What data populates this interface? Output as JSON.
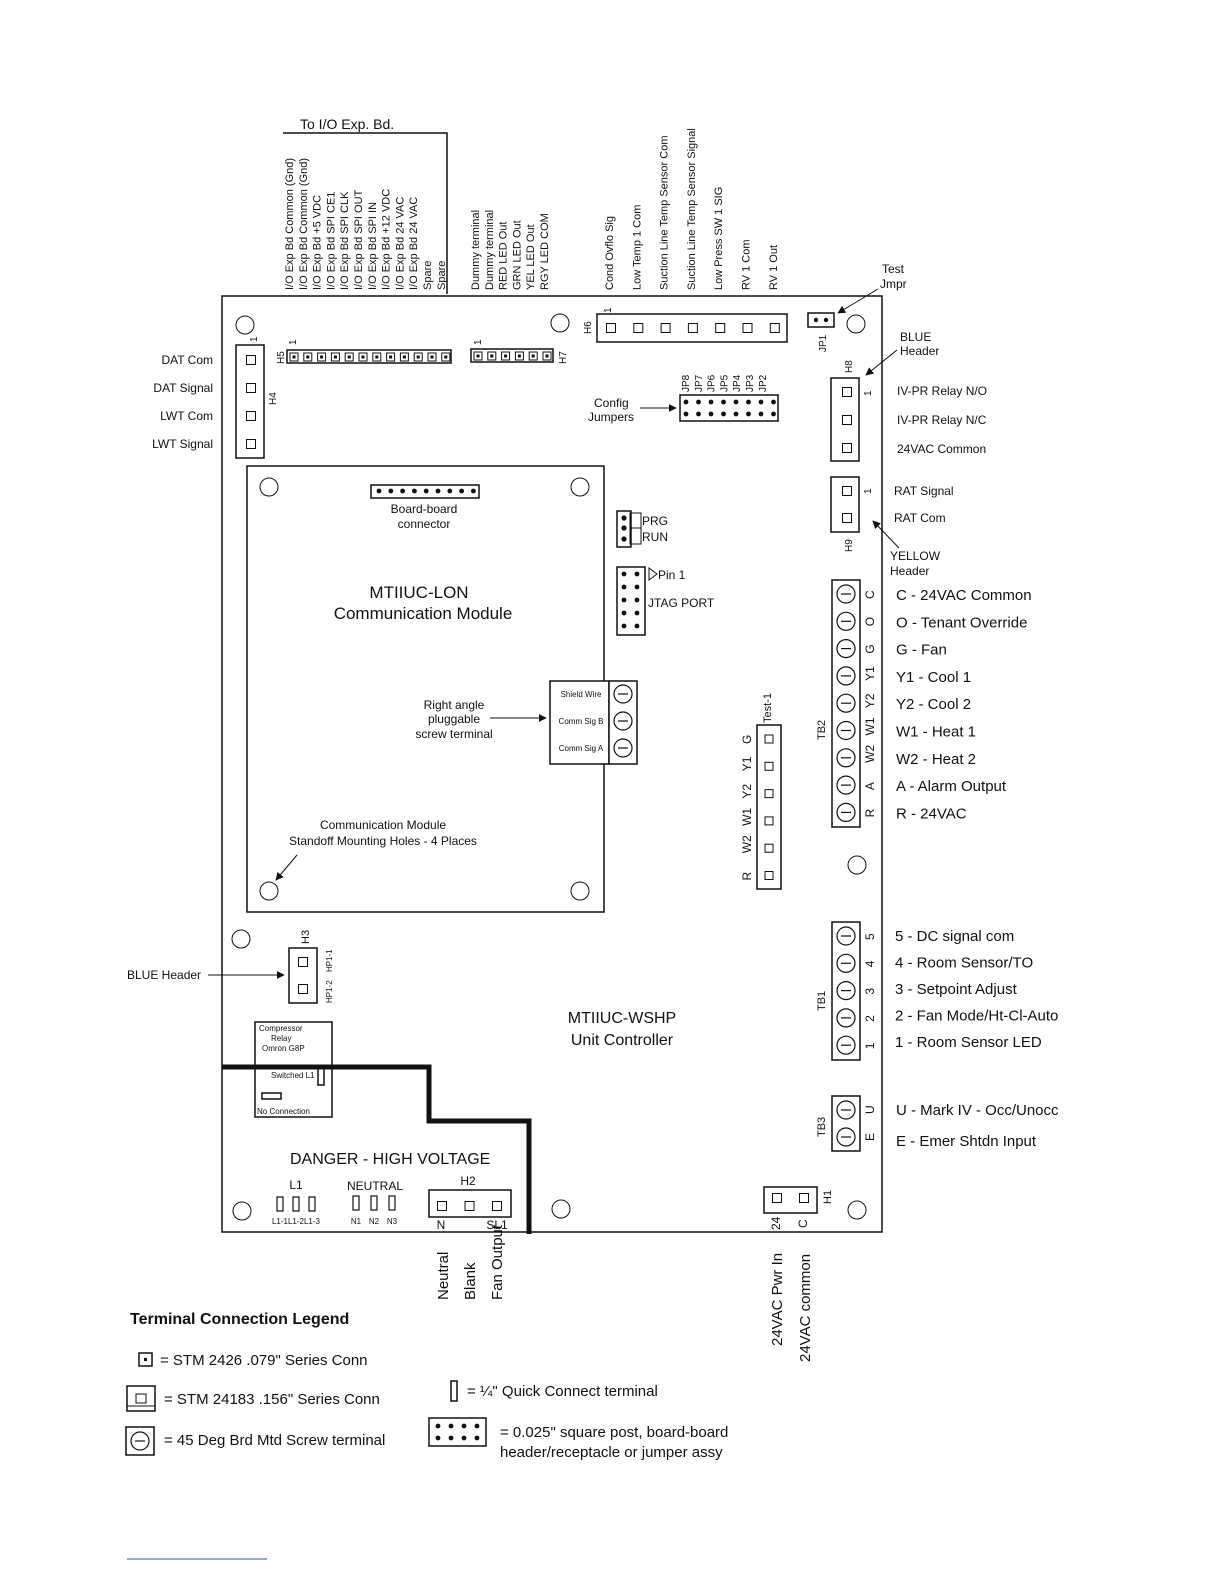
{
  "top_bracket_title": "To I/O Exp. Bd.",
  "h5_signals": [
    "I/O Exp Bd Common (Gnd)",
    "I/O Exp Bd Common (Gnd)",
    "I/O Exp Bd +5 VDC",
    "I/O Exp Bd SPI CE1",
    "I/O Exp Bd SPI CLK",
    "I/O Exp Bd SPI OUT",
    "I/O Exp Bd SPI IN",
    "I/O Exp Bd +12 VDC",
    "I/O Exp Bd 24 VAC",
    "I/O Exp Bd 24 VAC",
    "Spare",
    "Spare"
  ],
  "h7_signals": [
    "Dummy terminal",
    "Dummy terminal",
    "RED LED Out",
    "GRN LED Out",
    "YEL LED Out",
    "RGY LED COM"
  ],
  "h6_signals": [
    "Cond Ovflo Sig",
    "Low Temp 1 Com",
    "Suction Line Temp Sensor Com",
    "Suction Line Temp Sensor Signal",
    "Low Press SW 1 SIG",
    "RV 1 Com",
    "RV 1 Out"
  ],
  "headers": {
    "h4": "H4",
    "h5": "H5",
    "h6": "H6",
    "h7": "H7",
    "h8": "H8",
    "h9": "H9",
    "h3": "H3",
    "h2": "H2",
    "h1": "H1",
    "jp1": "JP1",
    "pin_one": "1"
  },
  "h4_labels": [
    "DAT Com",
    "DAT Signal",
    "LWT Com",
    "LWT Signal"
  ],
  "test_jumper": [
    "Test",
    "Jmpr"
  ],
  "h8": {
    "header_label": [
      "BLUE",
      "Header"
    ],
    "pins": [
      "IV-PR Relay N/O",
      "IV-PR Relay N/C",
      "24VAC Common"
    ]
  },
  "h9": {
    "header_label": [
      "YELLOW",
      "Header"
    ],
    "pins": [
      "RAT Signal",
      "RAT Com"
    ]
  },
  "config_jumpers": {
    "label": [
      "Config",
      "Jumpers"
    ],
    "jumpers": [
      "JP8",
      "JP7",
      "JP6",
      "JP5",
      "JP4",
      "JP3",
      "JP2"
    ]
  },
  "prg_run": [
    "PRG",
    "RUN"
  ],
  "jtag": {
    "pin1": "Pin 1",
    "label": "JTAG PORT"
  },
  "module": {
    "connector_label": [
      "Board-board",
      "connector"
    ],
    "title": [
      "MTIIUC-LON",
      "Communication Module"
    ],
    "screw_label": [
      "Right angle",
      "pluggable",
      "screw terminal"
    ],
    "screw_pins": [
      "Shield Wire",
      "Comm Sig B",
      "Comm Sig A"
    ],
    "standoff_label": [
      "Communication Module",
      "Standoff Mounting Holes - 4 Places"
    ]
  },
  "tb2": {
    "name": "TB2",
    "codes": [
      "C",
      "O",
      "G",
      "Y1",
      "Y2",
      "W1",
      "W2",
      "A",
      "R"
    ],
    "labels": [
      "C - 24VAC Common",
      "O - Tenant Override",
      "G - Fan",
      "Y1 - Cool 1",
      "Y2 - Cool 2",
      "W1 - Heat 1",
      "W2 - Heat 2",
      "A - Alarm Output",
      "R - 24VAC"
    ]
  },
  "test1": {
    "name": "Test-1",
    "codes": [
      "G",
      "Y1",
      "Y2",
      "W1",
      "W2",
      "R"
    ]
  },
  "tb1": {
    "name": "TB1",
    "codes": [
      "5",
      "4",
      "3",
      "2",
      "1"
    ],
    "labels": [
      "5 - DC signal com",
      "4 - Room Sensor/TO",
      "3 - Setpoint Adjust",
      "2 - Fan Mode/Ht-Cl-Auto",
      "1 - Room Sensor LED"
    ]
  },
  "tb3": {
    "name": "TB3",
    "codes": [
      "U",
      "E"
    ],
    "labels": [
      "U - Mark IV - Occ/Unocc",
      "E - Emer Shtdn Input"
    ]
  },
  "h3": {
    "blue_label": "BLUE Header",
    "pins": [
      "HP1-1",
      "HP1-2"
    ]
  },
  "board_title": [
    "MTIIUC-WSHP",
    "Unit Controller"
  ],
  "relay": {
    "label": [
      "Compressor",
      "Relay",
      "Omron G8P"
    ],
    "switched": "Switched L1",
    "no_conn": "No Connection"
  },
  "danger": "DANGER - HIGH VOLTAGE",
  "l1": {
    "name": "L1",
    "pins": [
      "L1-1",
      "L1-2",
      "L1-3"
    ]
  },
  "neutral": {
    "name": "NEUTRAL",
    "pins": [
      "N1",
      "N2",
      "N3"
    ]
  },
  "h2": {
    "pin_labels": [
      "N",
      "SL1"
    ],
    "signals": [
      "Neutral",
      "Blank",
      "Fan Output"
    ]
  },
  "h1": {
    "pin_labels": [
      "24",
      "C"
    ],
    "signals": [
      "24VAC Pwr In",
      "24VAC common"
    ]
  },
  "legend": {
    "title": "Terminal Connection Legend",
    "items": [
      "= STM 2426 .079\" Series Conn",
      "= STM 24183 .156\" Series Conn",
      "= 45 Deg Brd Mtd Screw terminal",
      "= ¼\" Quick Connect terminal"
    ],
    "square_post": [
      "= 0.025\" square post, board-board",
      "header/receptacle or jumper assy"
    ]
  }
}
